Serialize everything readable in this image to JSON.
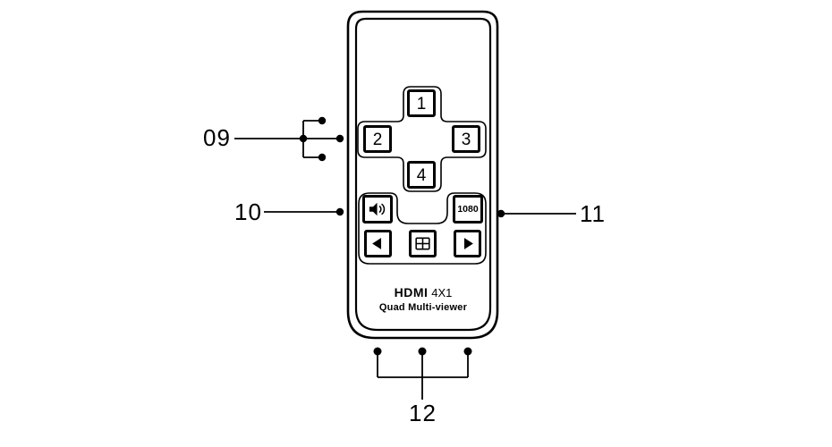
{
  "diagram": {
    "type": "remote-control-diagram",
    "device": "HDMI 4X1 Quad Multi-viewer"
  },
  "remote": {
    "dpad_buttons": [
      {
        "label": "1"
      },
      {
        "label": "2"
      },
      {
        "label": "3"
      },
      {
        "label": "4"
      }
    ],
    "volume_button": {
      "icon": "speaker-volume-icon"
    },
    "resolution_button": {
      "label": "1080"
    },
    "prev_button": {
      "icon": "arrow-left-icon"
    },
    "quad_button": {
      "icon": "quad-grid-icon"
    },
    "next_button": {
      "icon": "arrow-right-icon"
    },
    "branding": {
      "logo": "HDMI",
      "model": "4X1",
      "subtitle": "Quad Multi-viewer"
    }
  },
  "callouts": {
    "dpad": {
      "label": "09"
    },
    "volume": {
      "label": "10"
    },
    "resolution": {
      "label": "11"
    },
    "bottom": {
      "label": "12"
    }
  },
  "colors": {
    "ink": "#000000",
    "background": "#ffffff"
  }
}
